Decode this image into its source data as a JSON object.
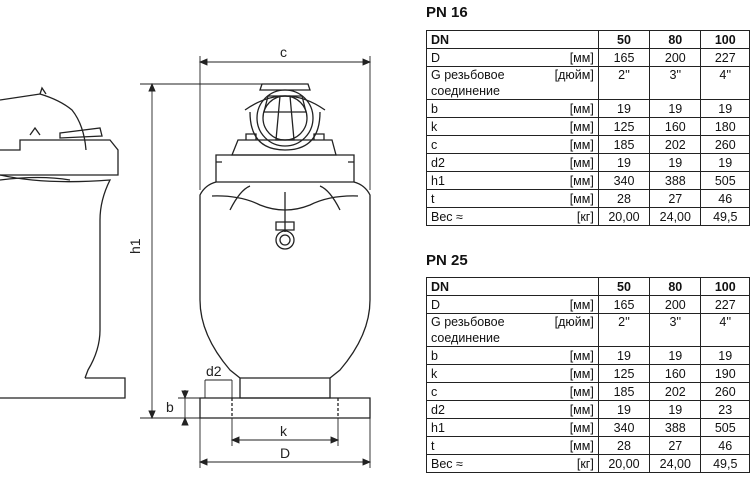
{
  "drawing": {
    "dimensions": {
      "c": "c",
      "h1": "h1",
      "d2": "d2",
      "b": "b",
      "k": "k",
      "D": "D"
    }
  },
  "tables": [
    {
      "title": "PN 16",
      "header": {
        "label": "DN",
        "values": [
          "50",
          "80",
          "100"
        ]
      },
      "rows": [
        {
          "param": "D",
          "unit": "[мм]",
          "values": [
            "165",
            "200",
            "227"
          ]
        },
        {
          "param": "G резьбовое",
          "param2": "соединение",
          "unit": "[дюйм]",
          "values": [
            "2''",
            "3''",
            "4''"
          ]
        },
        {
          "param": "b",
          "unit": "[мм]",
          "values": [
            "19",
            "19",
            "19"
          ]
        },
        {
          "param": "k",
          "unit": "[мм]",
          "values": [
            "125",
            "160",
            "180"
          ]
        },
        {
          "param": "c",
          "unit": "[мм]",
          "values": [
            "185",
            "202",
            "260"
          ]
        },
        {
          "param": "d2",
          "unit": "[мм]",
          "values": [
            "19",
            "19",
            "19"
          ]
        },
        {
          "param": "h1",
          "unit": "[мм]",
          "values": [
            "340",
            "388",
            "505"
          ]
        },
        {
          "param": "t",
          "unit": "[мм]",
          "values": [
            "28",
            "27",
            "46"
          ]
        },
        {
          "param": "Вес ≈",
          "unit": "[кг]",
          "values": [
            "20,00",
            "24,00",
            "49,5"
          ]
        }
      ]
    },
    {
      "title": "PN 25",
      "header": {
        "label": "DN",
        "values": [
          "50",
          "80",
          "100"
        ]
      },
      "rows": [
        {
          "param": "D",
          "unit": "[мм]",
          "values": [
            "165",
            "200",
            "227"
          ]
        },
        {
          "param": "G резьбовое",
          "param2": "соединение",
          "unit": "[дюйм]",
          "values": [
            "2''",
            "3''",
            "4''"
          ]
        },
        {
          "param": "b",
          "unit": "[мм]",
          "values": [
            "19",
            "19",
            "19"
          ]
        },
        {
          "param": "k",
          "unit": "[мм]",
          "values": [
            "125",
            "160",
            "190"
          ]
        },
        {
          "param": "c",
          "unit": "[мм]",
          "values": [
            "185",
            "202",
            "260"
          ]
        },
        {
          "param": "d2",
          "unit": "[мм]",
          "values": [
            "19",
            "19",
            "23"
          ]
        },
        {
          "param": "h1",
          "unit": "[мм]",
          "values": [
            "340",
            "388",
            "505"
          ]
        },
        {
          "param": "t",
          "unit": "[мм]",
          "values": [
            "28",
            "27",
            "46"
          ]
        },
        {
          "param": "Вес ≈",
          "unit": "[кг]",
          "values": [
            "20,00",
            "24,00",
            "49,5"
          ]
        }
      ]
    }
  ]
}
